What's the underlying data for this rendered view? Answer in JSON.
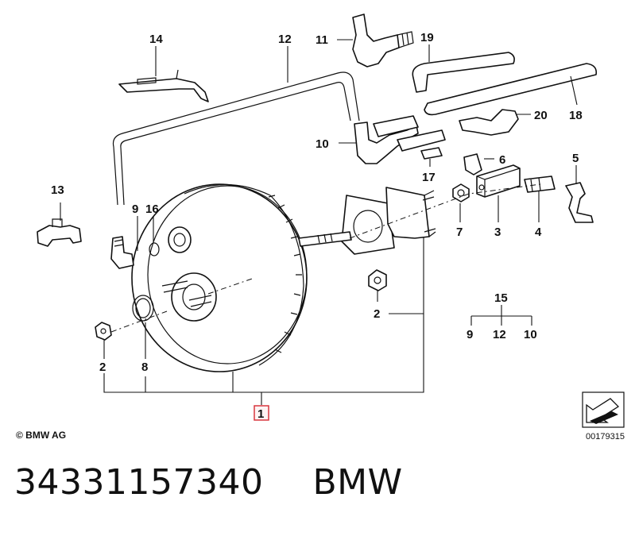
{
  "diagram": {
    "copyright": "© BMW AG",
    "image_code": "00179315",
    "highlighted_part": "1",
    "labels": {
      "p1": "1",
      "p2a": "2",
      "p2b": "2",
      "p3": "3",
      "p4": "4",
      "p5": "5",
      "p6": "6",
      "p7": "7",
      "p8": "8",
      "p9a": "9",
      "p9b": "9",
      "p10a": "10",
      "p10b": "10",
      "p11": "11",
      "p12a": "12",
      "p12b": "12",
      "p13": "13",
      "p14": "14",
      "p15": "15",
      "p16": "16",
      "p17": "17",
      "p18": "18",
      "p19": "19",
      "p20": "20"
    }
  },
  "footer": {
    "part_number": "34331157340",
    "brand": "BMW"
  }
}
